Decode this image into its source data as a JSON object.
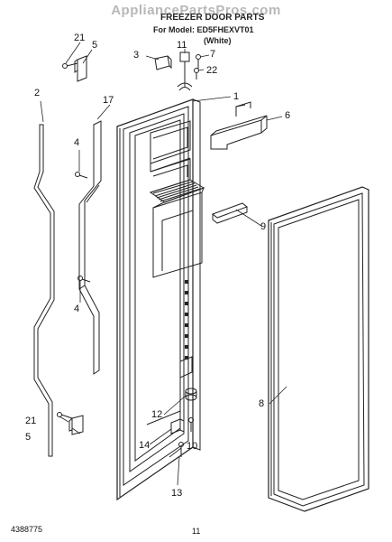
{
  "watermark": "AppliancePartsPros.com",
  "header": {
    "title": "FREEZER DOOR PARTS",
    "model_line": "For Model: ED5FHEXVT01",
    "variant": "(White)"
  },
  "callouts": [
    "21",
    "5",
    "2",
    "17",
    "4",
    "4",
    "3",
    "11",
    "7",
    "22",
    "1",
    "6",
    "9",
    "8",
    "12",
    "14",
    "10",
    "13",
    "21",
    "5"
  ],
  "footer": {
    "left_code": "4388775",
    "page_number": "11"
  }
}
